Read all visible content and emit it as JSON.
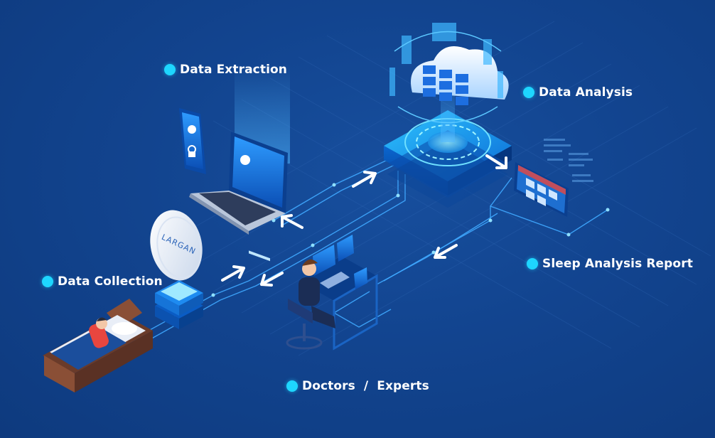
{
  "labels": {
    "data_extraction": "Data Extraction",
    "data_analysis": "Data Analysis",
    "sleep_report": "Sleep Analysis Report",
    "data_collection": "Data Collection",
    "doctors_experts": "Doctors  /  Experts"
  },
  "brand_text": "LARGAN",
  "colors": {
    "background": "#12448f",
    "accent_dot": "#1ed6ff",
    "line_glow": "#3fa9ff",
    "label_text": "#ffffff"
  },
  "icons": [
    "bed-icon",
    "sensor-disc-icon",
    "phone-icon",
    "laptop-icon",
    "cloud-server-icon",
    "report-screen-icon",
    "doctor-workstation-icon",
    "arrow-icon"
  ]
}
